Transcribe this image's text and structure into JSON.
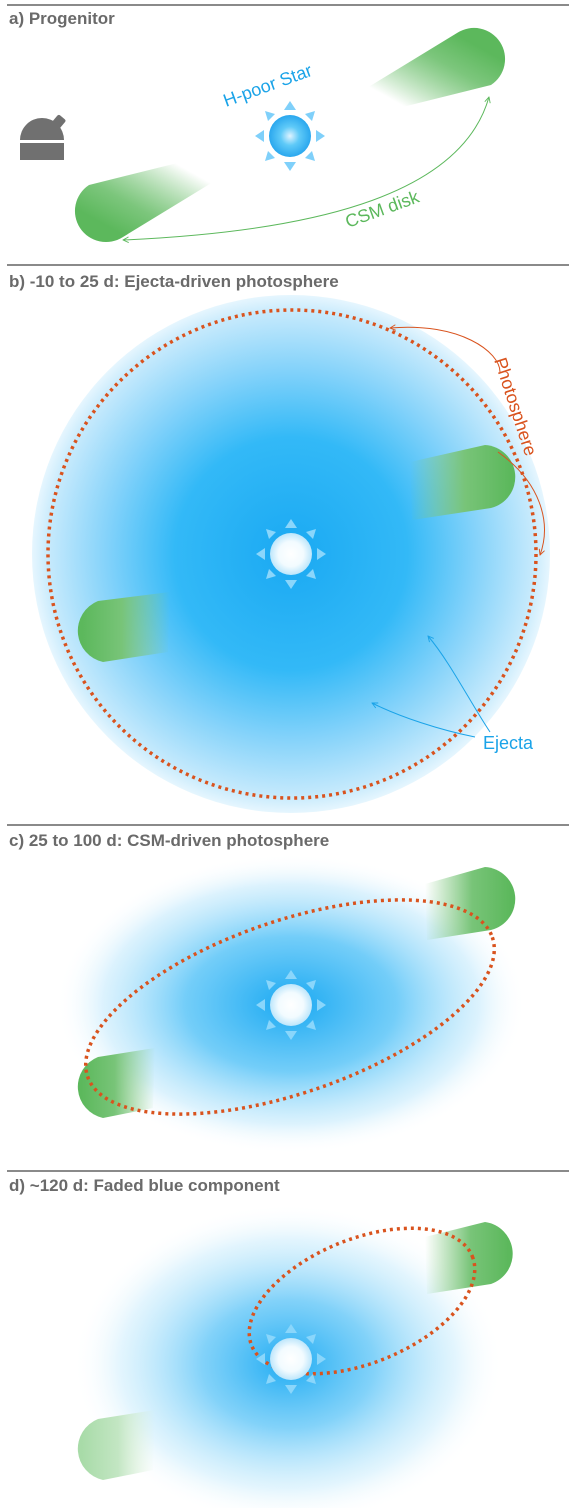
{
  "panels": [
    {
      "title": "a) Progenitor",
      "labels": {
        "star": "H-poor Star",
        "disk": "CSM disk"
      }
    },
    {
      "title": "b) -10 to 25 d: Ejecta-driven photosphere",
      "labels": {
        "photosphere": "Photosphere",
        "ejecta": "Ejecta"
      }
    },
    {
      "title": "c) 25 to 100 d: CSM-driven photosphere"
    },
    {
      "title": "d) ~120 d: Faded blue component"
    }
  ],
  "icons": [
    "observatory-icon",
    "star-icon"
  ],
  "colors": {
    "title": "#6a6a6a",
    "divider": "#8a8a8a",
    "blue_label": "#1aa3e8",
    "green_label": "#5cb85c",
    "photosphere": "#d9531e",
    "csm_green": "#5cb85c",
    "ejecta_blue": "#36b8f5"
  }
}
